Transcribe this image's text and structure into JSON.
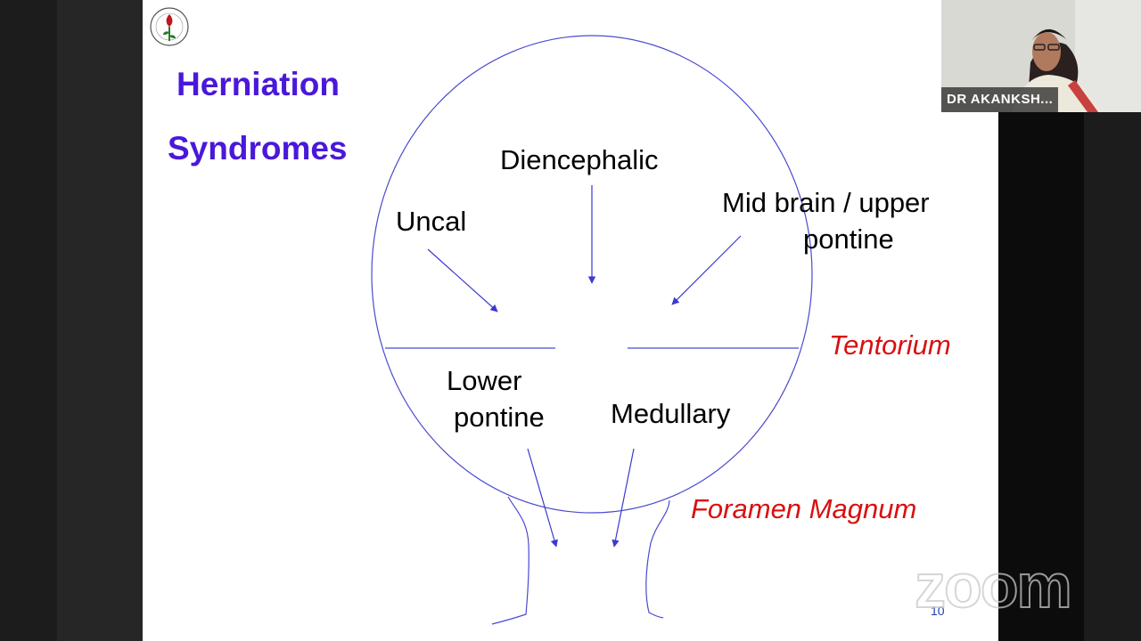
{
  "slide": {
    "title_line1": "Herniation",
    "title_line2": "Syndromes",
    "labels": {
      "diencephalic": "Diencephalic",
      "uncal": "Uncal",
      "midbrain_line1": "Mid brain / upper",
      "midbrain_line2": "pontine",
      "tentorium": "Tentorium",
      "lower_pontine_line1": "Lower",
      "lower_pontine_line2": "pontine",
      "medullary": "Medullary",
      "foramen_magnum": "Foramen Magnum"
    },
    "page_number": "10",
    "colors": {
      "title": "#4a18d9",
      "structure_label": "#d81010",
      "outline": "#4a4ad0"
    }
  },
  "video": {
    "participant_name": "DR AKANKSH..."
  },
  "watermark": {
    "text": "zoom"
  },
  "icons": [
    "society-logo-icon",
    "participant-video-icon"
  ]
}
